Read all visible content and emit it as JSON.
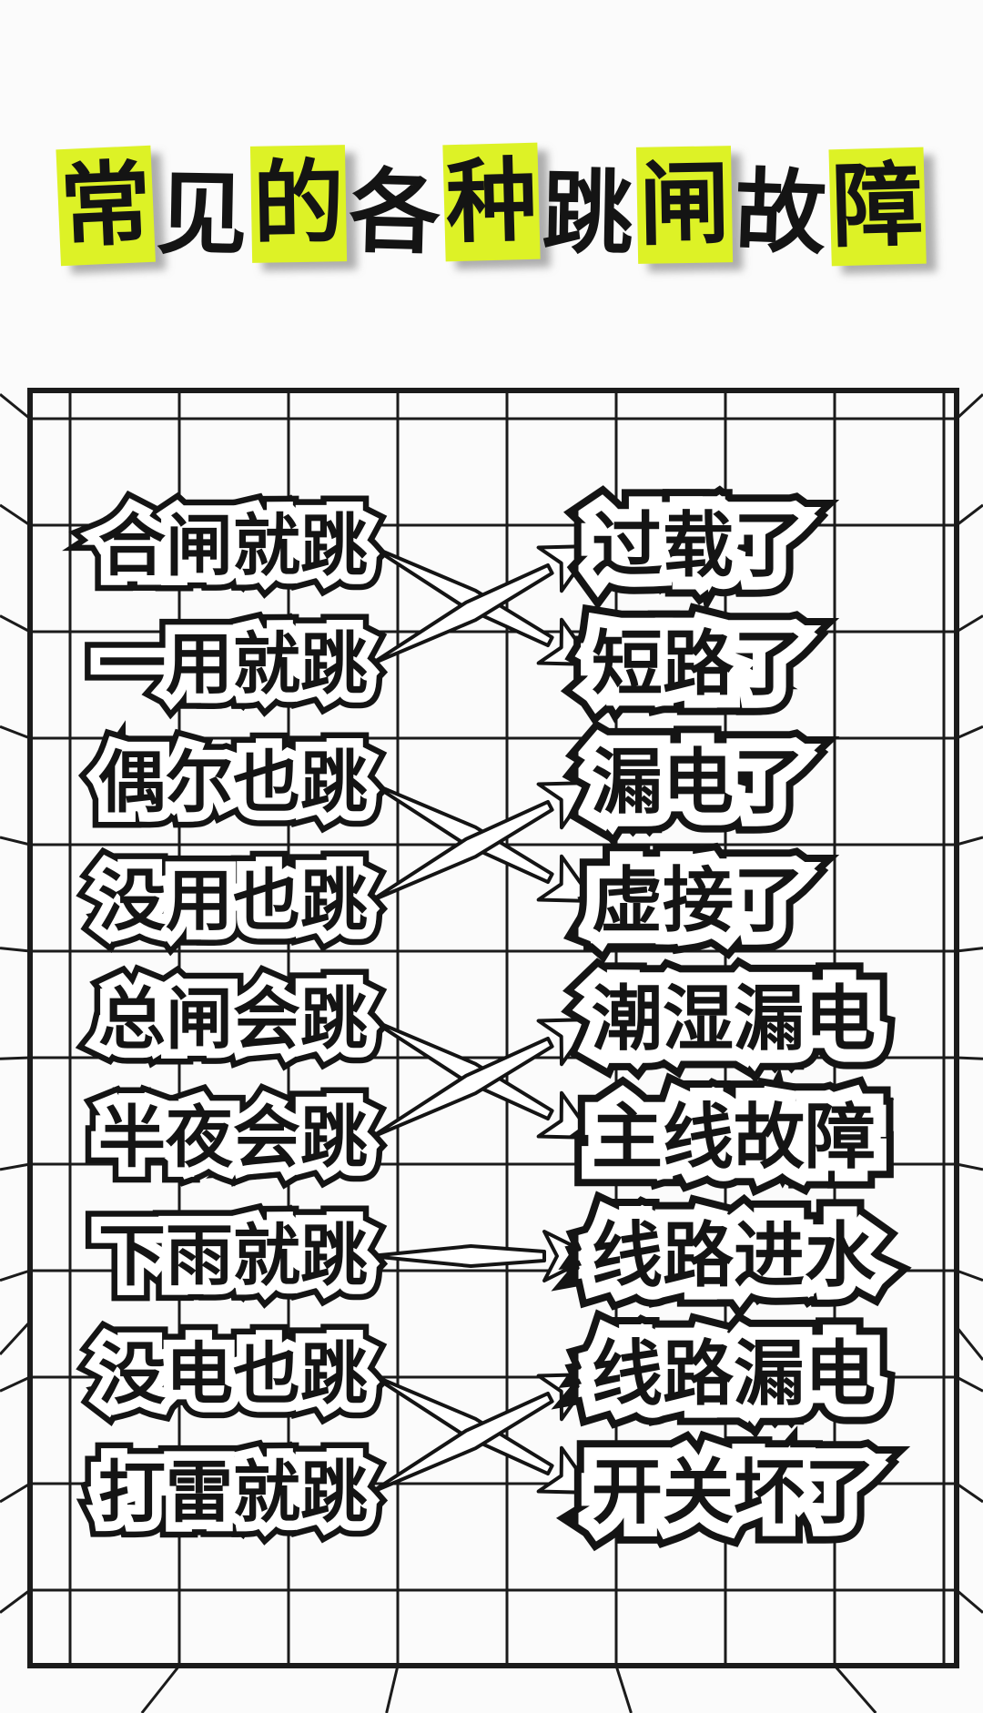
{
  "title": {
    "text": "常见的各种跳闸故障",
    "chars": [
      {
        "ch": "常",
        "highlight": true
      },
      {
        "ch": "见",
        "highlight": false
      },
      {
        "ch": "的",
        "highlight": true
      },
      {
        "ch": "各",
        "highlight": false
      },
      {
        "ch": "种",
        "highlight": true
      },
      {
        "ch": "跳",
        "highlight": false
      },
      {
        "ch": "闸",
        "highlight": true
      },
      {
        "ch": "故",
        "highlight": false
      },
      {
        "ch": "障",
        "highlight": true
      }
    ],
    "highlight_color": "#ddf226",
    "text_color": "#141414"
  },
  "diagram": {
    "left_items": [
      "合闸就跳",
      "一用就跳",
      "偶尔也跳",
      "没用也跳",
      "总闸会跳",
      "半夜会跳",
      "下雨就跳",
      "没电也跳",
      "打雷就跳"
    ],
    "right_items": [
      "过载了",
      "短路了",
      "漏电了",
      "虚接了",
      "潮湿漏电",
      "主线故障",
      "线路进水",
      "线路漏电",
      "开关坏了"
    ],
    "connections": [
      {
        "from_index": 0,
        "to_index": 1
      },
      {
        "from_index": 1,
        "to_index": 0
      },
      {
        "from_index": 2,
        "to_index": 3
      },
      {
        "from_index": 3,
        "to_index": 2
      },
      {
        "from_index": 4,
        "to_index": 5
      },
      {
        "from_index": 5,
        "to_index": 4
      },
      {
        "from_index": 6,
        "to_index": 6
      },
      {
        "from_index": 7,
        "to_index": 8
      },
      {
        "from_index": 8,
        "to_index": 7
      }
    ],
    "line_color": "#1b1b1b",
    "background": "#fbfbfb"
  }
}
